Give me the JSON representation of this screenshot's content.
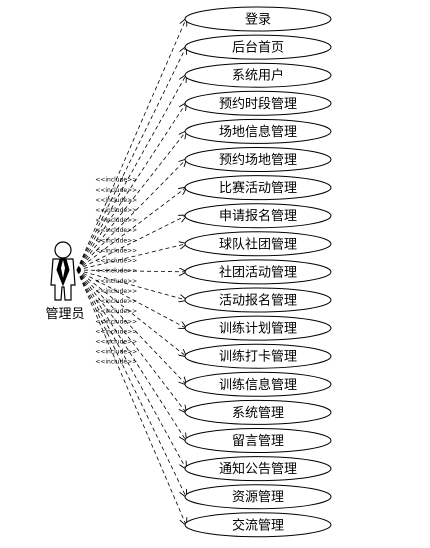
{
  "actor": {
    "label": "管理员",
    "icon": "person-icon"
  },
  "stereotype": "<<include>>",
  "use_cases": [
    "登录",
    "后台首页",
    "系统用户",
    "预约时段管理",
    "场地信息管理",
    "预约场地管理",
    "比赛活动管理",
    "申请报名管理",
    "球队社团管理",
    "社团活动管理",
    "活动报名管理",
    "训练计划管理",
    "训练打卡管理",
    "训练信息管理",
    "系统管理",
    "留言管理",
    "通知公告管理",
    "资源管理",
    "交流管理"
  ]
}
